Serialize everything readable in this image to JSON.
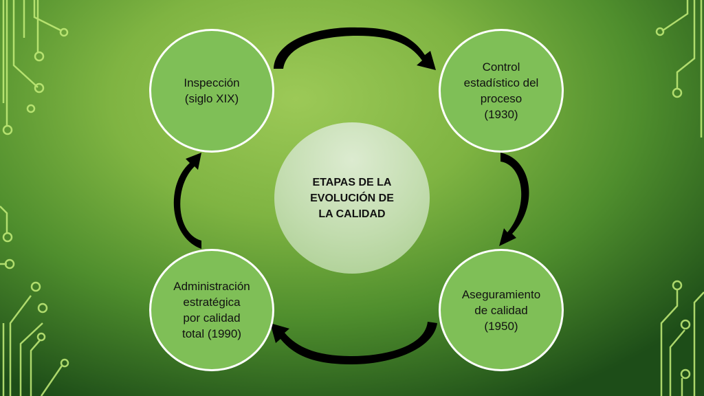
{
  "center": {
    "title": "ETAPAS DE LA\nEVOLUCIÓN DE\nLA CALIDAD"
  },
  "stages": [
    {
      "label": "Inspección\n(siglo XIX)"
    },
    {
      "label": "Control\nestadístico del\nproceso\n(1930)"
    },
    {
      "label": "Aseguramiento\nde calidad\n(1950)"
    },
    {
      "label": "Administración\nestratégica\npor calidad\ntotal (1990)"
    }
  ],
  "colors": {
    "node_fill": "#7fbf57",
    "node_border": "#ffffff",
    "center_fill": "#c2dcae",
    "arrow": "#000000",
    "circuit": "#c5ee7a"
  }
}
